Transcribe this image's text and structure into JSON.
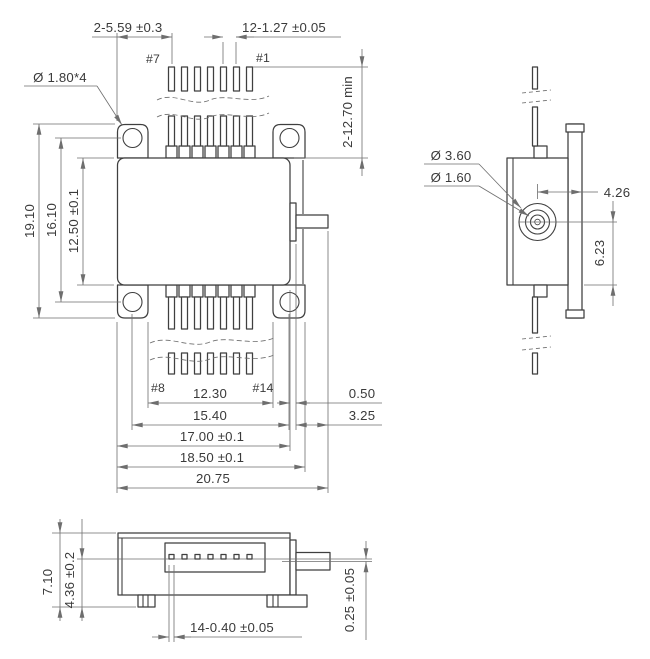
{
  "colors": {
    "outline": "#3f3f3f",
    "dimension": "#6e6e6e",
    "text": "#3a3a3a",
    "background": "#ffffff"
  },
  "top_view": {
    "dim_pin_offset": "2-5.59 ±0.3",
    "dim_pin_width": "12-1.27 ±0.05",
    "dim_mount_hole": "Ø 1.80*4",
    "dim_pin_length": "2-12.70 min",
    "dim_flange_width": "19.10",
    "dim_hole_spacing_v": "16.10",
    "dim_body_width": "12.50 ±0.1",
    "dim_pin_span": "12.30",
    "dim_hole_spacing_h": "15.40",
    "dim_body_length": "17.00 ±0.1",
    "dim_flange_length": "18.50 ±0.1",
    "dim_total_length": "20.75",
    "dim_boss_offset": "0.50",
    "dim_snout_length": "3.25",
    "pin_label_7": "#7",
    "pin_label_1": "#1",
    "pin_label_8": "#8",
    "pin_label_14": "#14"
  },
  "side_view": {
    "dim_ferrule_outer": "Ø 3.60",
    "dim_ferrule_inner": "Ø 1.60",
    "dim_port_to_flange": "4.26",
    "dim_port_height": "6.23"
  },
  "front_view": {
    "dim_total_height": "7.10",
    "dim_pin_height": "4.36 ±0.2",
    "dim_pin_thickness": "14-0.40 ±0.05",
    "dim_centerline_offset": "0.25 ±0.05"
  }
}
